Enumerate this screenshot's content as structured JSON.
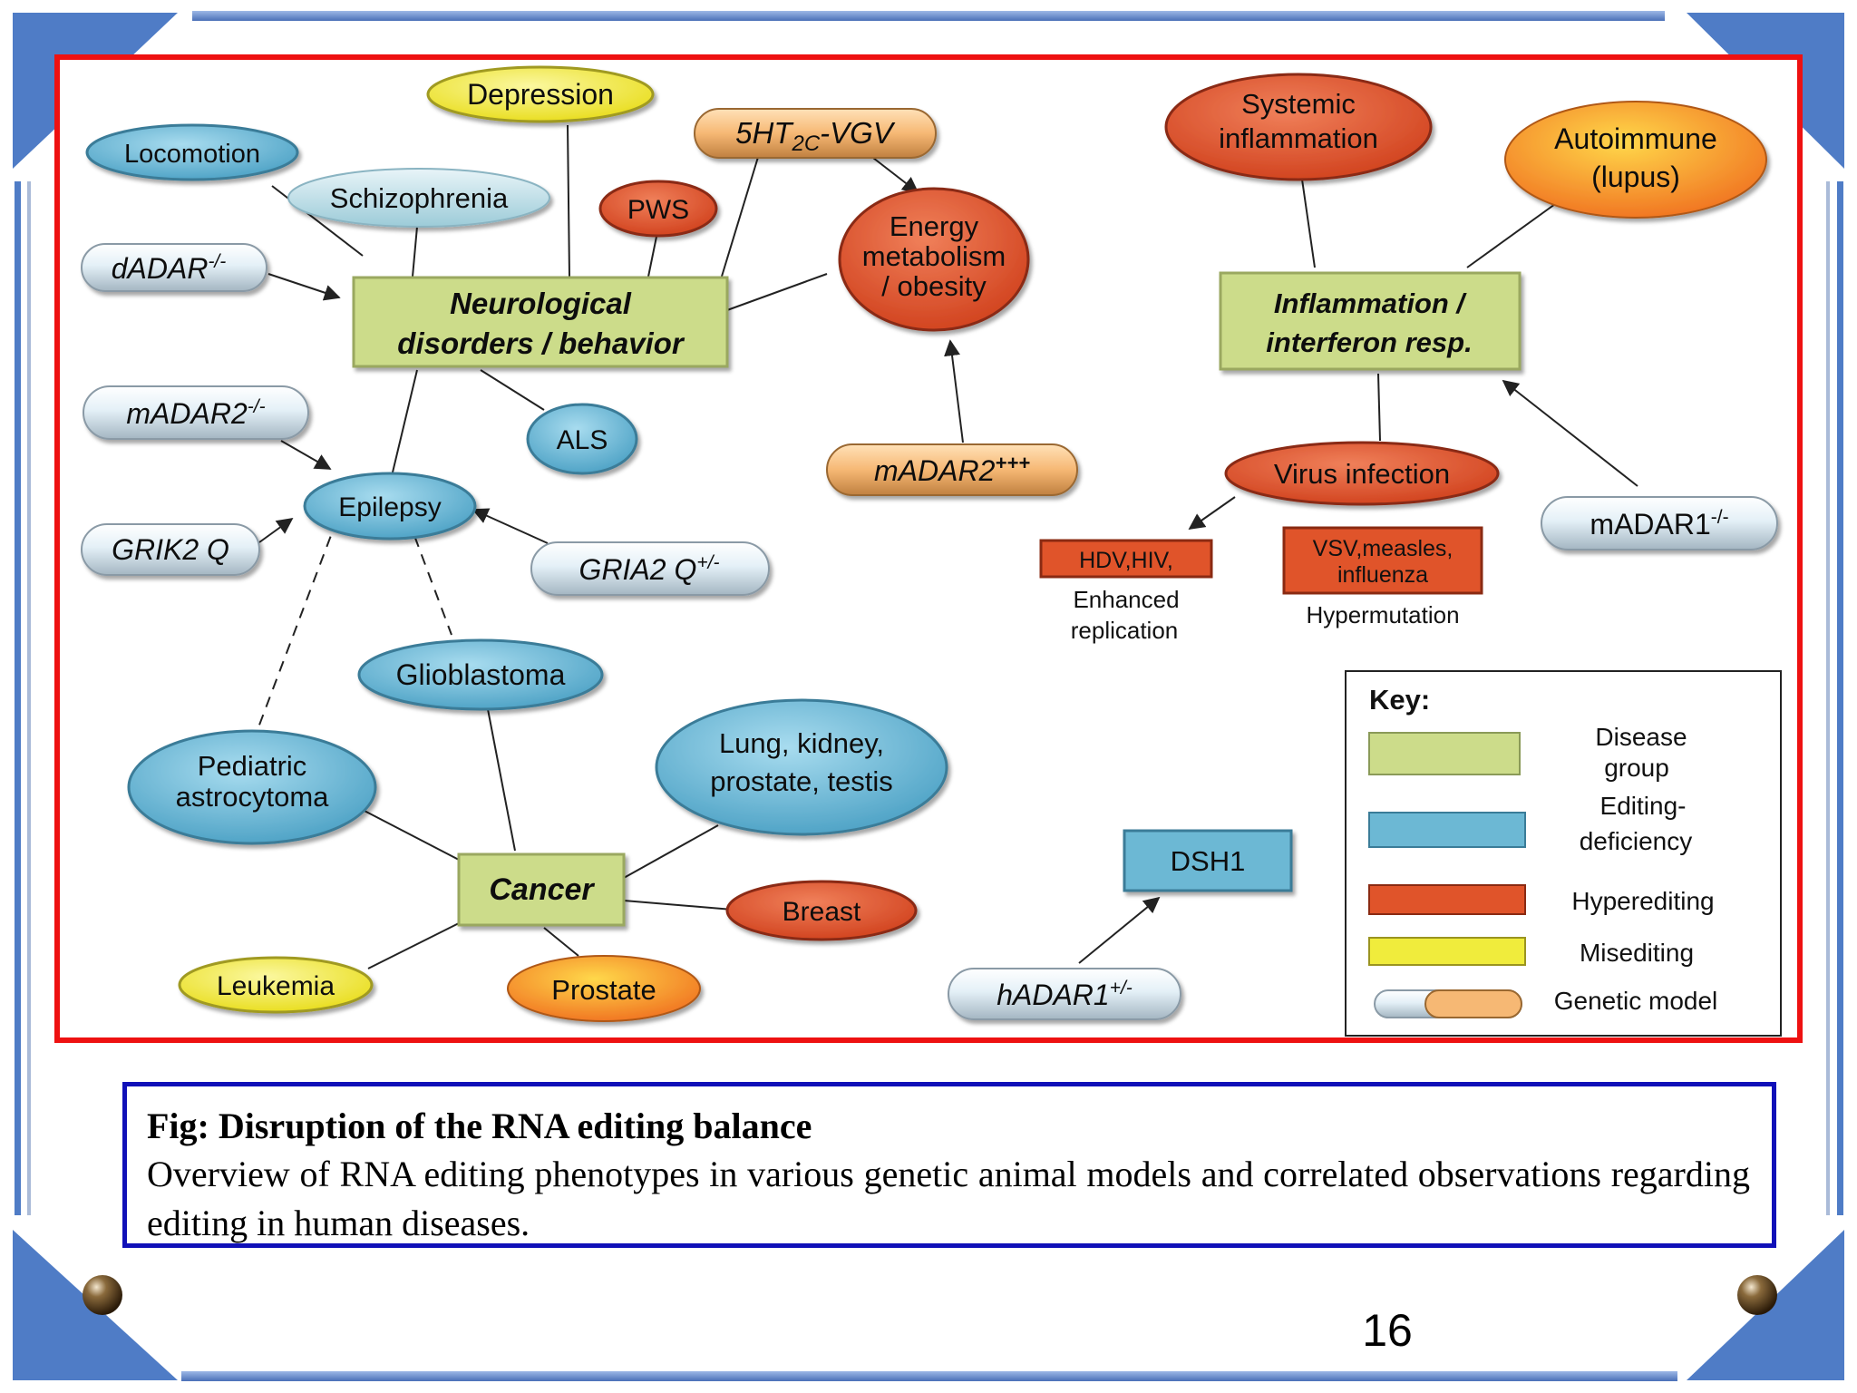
{
  "colors": {
    "disease_group": "#ccdc8a",
    "editing_deficiency": "#6cb8d4",
    "hyperediting": "#e0542a",
    "misediting": "#f0ec3c",
    "genetic_model": "#f6b874",
    "frame_red": "#ee1111",
    "caption_border": "#1010b8",
    "slide_corner": "#4f7cc6"
  },
  "nodes": {
    "neuro_line1": "Neurological",
    "neuro_line2": "disorders / behavior",
    "inflam_line1": "Inflammation /",
    "inflam_line2": "interferon resp.",
    "cancer": "Cancer",
    "depression": "Depression",
    "locomotion": "Locomotion",
    "schizophrenia": "Schizophrenia",
    "pws": "PWS",
    "htvgv_pre": "5HT",
    "htvgv_sub": "2C",
    "htvgv_post": "-VGV",
    "energy_line1": "Energy",
    "energy_line2": "metabolism",
    "energy_line3": "/ obesity",
    "dadar_main": "dADAR",
    "dadar_sup": "-/-",
    "madar2_ko_main": "mADAR2",
    "madar2_ko_sup": "-/-",
    "madar2_ppp_main": "mADAR2",
    "madar2_ppp_sup": "+++",
    "als": "ALS",
    "epilepsy": "Epilepsy",
    "grik2": "GRIK2 Q",
    "gria2_main": "GRIA2 Q",
    "gria2_sup": "+/-",
    "systemic_line1": "Systemic",
    "systemic_line2": "inflammation",
    "autoimmune_line1": "Autoimmune",
    "autoimmune_line2": "(lupus)",
    "virus": "Virus infection",
    "madar1_main": "mADAR1",
    "madar1_sup": "-/-",
    "hdv": "HDV,HIV,",
    "enhanced_line1": "Enhanced",
    "enhanced_line2": "replication",
    "vsv_line1": "VSV,measles,",
    "vsv_line2": "influenza",
    "hypermutation": "Hypermutation",
    "glioblastoma": "Glioblastoma",
    "pediatric_line1": "Pediatric",
    "pediatric_line2": "astrocytoma",
    "lung_line1": "Lung, kidney,",
    "lung_line2": "prostate, testis",
    "breast": "Breast",
    "leukemia": "Leukemia",
    "prostate": "Prostate",
    "dsh1": "DSH1",
    "hadar1_main": "hADAR1",
    "hadar1_sup": "+/-"
  },
  "key": {
    "title": "Key:",
    "disease_line1": "Disease",
    "disease_line2": "group",
    "editing_line1": "Editing-",
    "editing_line2": "deficiency",
    "hyper": "Hyperediting",
    "mis": "Misediting",
    "genetic": "Genetic model"
  },
  "caption": {
    "title": "Fig: Disruption of the RNA editing balance",
    "body": "Overview of RNA editing phenotypes in various genetic animal models and correlated observations regarding editing in human diseases."
  },
  "slide_number": "16"
}
